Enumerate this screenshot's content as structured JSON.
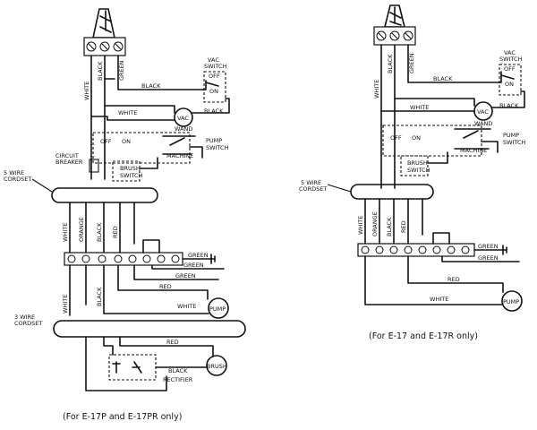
{
  "left_diagram": {
    "caption": "(For E-17P and E-17PR only)",
    "wire_labels": {
      "white": "WHITE",
      "black": "BLACK",
      "green": "GREEN",
      "orange": "ORANGE",
      "red": "RED"
    },
    "vac_switch": {
      "line1": "VAC",
      "line2": "SWITCH",
      "off": "OFF",
      "on": "ON"
    },
    "vac_motor": "VAC",
    "pump_switch": {
      "line1": "PUMP",
      "line2": "SWITCH",
      "wand": "WAND",
      "off": "OFF",
      "on": "ON",
      "machine": "MACHINE"
    },
    "circuit_breaker": {
      "line1": "CIRCUIT",
      "line2": "BREAKER"
    },
    "brush_switch": {
      "line1": "BRUSH",
      "line2": "SWITCH"
    },
    "cordset_5": {
      "line1": "5 WIRE",
      "line2": "CORDSET"
    },
    "cordset_3": {
      "line1": "3 WIRE",
      "line2": "CORDSET"
    },
    "pump": "PUMP",
    "brush": "BRUSH",
    "rectifier": "RECTIFIER"
  },
  "right_diagram": {
    "caption": "(For E-17 and E-17R only)",
    "wire_labels": {
      "white": "WHITE",
      "black": "BLACK",
      "green": "GREEN",
      "orange": "ORANGE",
      "red": "RED"
    },
    "vac_switch": {
      "line1": "VAC",
      "line2": "SWITCH",
      "off": "OFF",
      "on": "ON"
    },
    "vac_motor": "VAC",
    "pump_switch": {
      "line1": "PUMP",
      "line2": "SWITCH",
      "wand": "WAND",
      "off": "OFF",
      "on": "ON",
      "machine": "MACHINE"
    },
    "brush_switch": {
      "line1": "BRUSH",
      "line2": "SWITCH"
    },
    "cordset_5": {
      "line1": "5 WIRE",
      "line2": "CORDSET"
    },
    "pump": "PUMP"
  }
}
